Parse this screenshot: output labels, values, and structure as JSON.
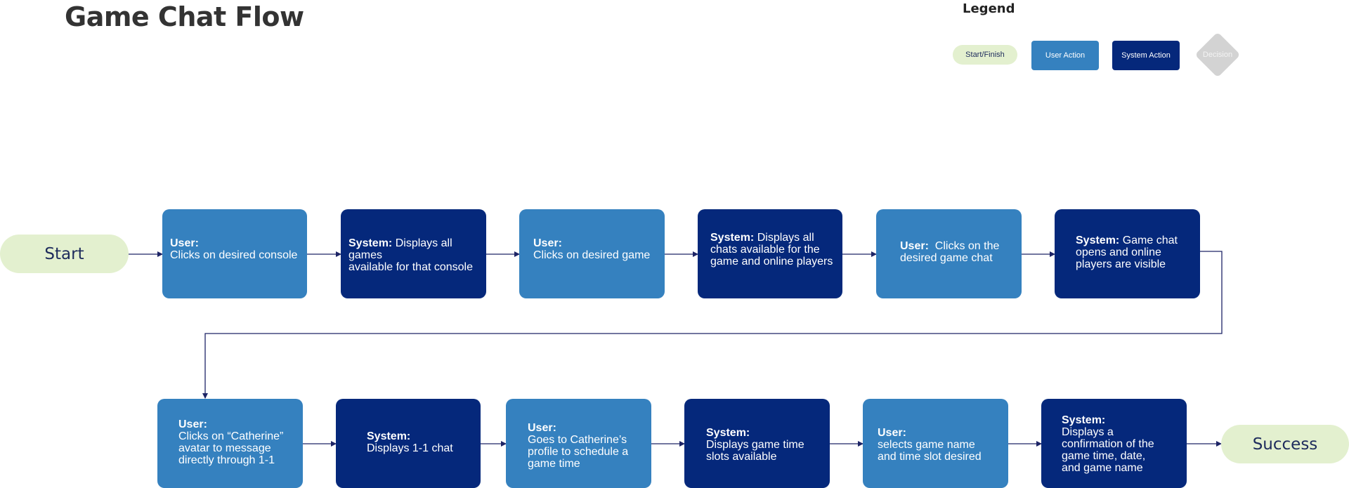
{
  "title": "Game Chat Flow",
  "legend": {
    "title": "Legend",
    "start_finish": "Start/Finish",
    "user_action": "User Action",
    "system_action": "System Action",
    "decision": "Decision"
  },
  "colors": {
    "user_action": "#3581bf",
    "system_action": "#05287b",
    "terminal": "#e3f0cf",
    "decision": "#d3d3d3",
    "connector": "#1d2466"
  },
  "start_label": "Start",
  "end_label": "Success",
  "steps": [
    {
      "kind": "user",
      "label": "User:",
      "text_lines": [
        "Clicks on desired console"
      ]
    },
    {
      "kind": "system",
      "label": "System:",
      "text_lines": [
        "Displays all games",
        "available for that console"
      ]
    },
    {
      "kind": "user",
      "label": "User:",
      "text_lines": [
        "Clicks on desired game"
      ]
    },
    {
      "kind": "system",
      "label": "System:",
      "text_lines": [
        "Displays all",
        "chats available for the",
        "game and online players"
      ]
    },
    {
      "kind": "user",
      "label": "User:",
      "text_lines": [
        "Clicks on the",
        "desired game chat"
      ]
    },
    {
      "kind": "system",
      "label": "System:",
      "text_lines": [
        "Game chat",
        "opens and online",
        "players are visible"
      ]
    },
    {
      "kind": "user",
      "label": "User:",
      "text_lines": [
        "Clicks on “Catherine”",
        "avatar to message",
        "directly through 1-1"
      ]
    },
    {
      "kind": "system",
      "label": "System:",
      "text_lines": [
        "Displays 1-1 chat"
      ]
    },
    {
      "kind": "user",
      "label": "User:",
      "text_lines": [
        "Goes to Catherine’s",
        "profile to schedule a",
        "game time"
      ]
    },
    {
      "kind": "system",
      "label": "System:",
      "text_lines": [
        "Displays game time",
        "slots available"
      ]
    },
    {
      "kind": "user",
      "label": "User:",
      "text_lines": [
        "selects game name",
        "and time slot desired"
      ]
    },
    {
      "kind": "system",
      "label": "System:",
      "text_lines": [
        "Displays a",
        "confirmation of the",
        "game time, date,",
        "and game name"
      ]
    }
  ]
}
